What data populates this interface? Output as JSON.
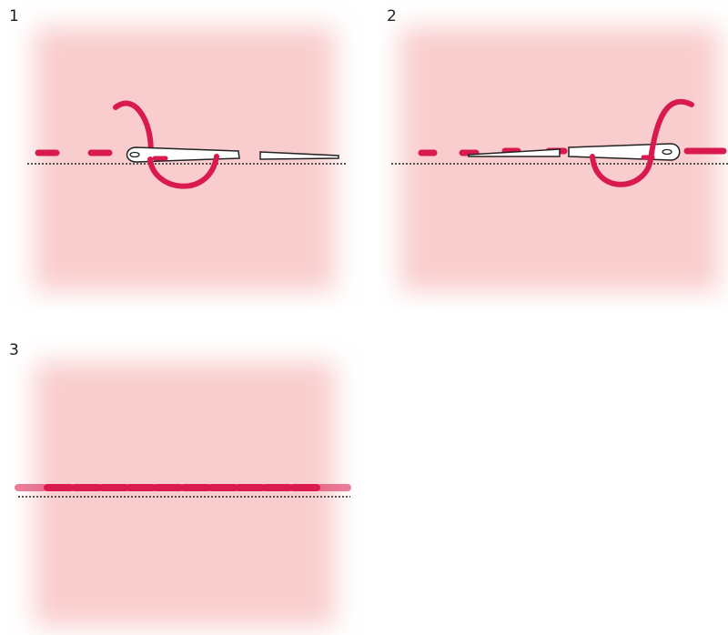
{
  "steps": [
    {
      "number": "1"
    },
    {
      "number": "2"
    },
    {
      "number": "3"
    }
  ],
  "colors": {
    "fabric": "#f9cdcd",
    "thread": "#d91a4f",
    "needle_fill": "#ffffff",
    "needle_stroke": "#222222",
    "fold_line": "#555555"
  }
}
